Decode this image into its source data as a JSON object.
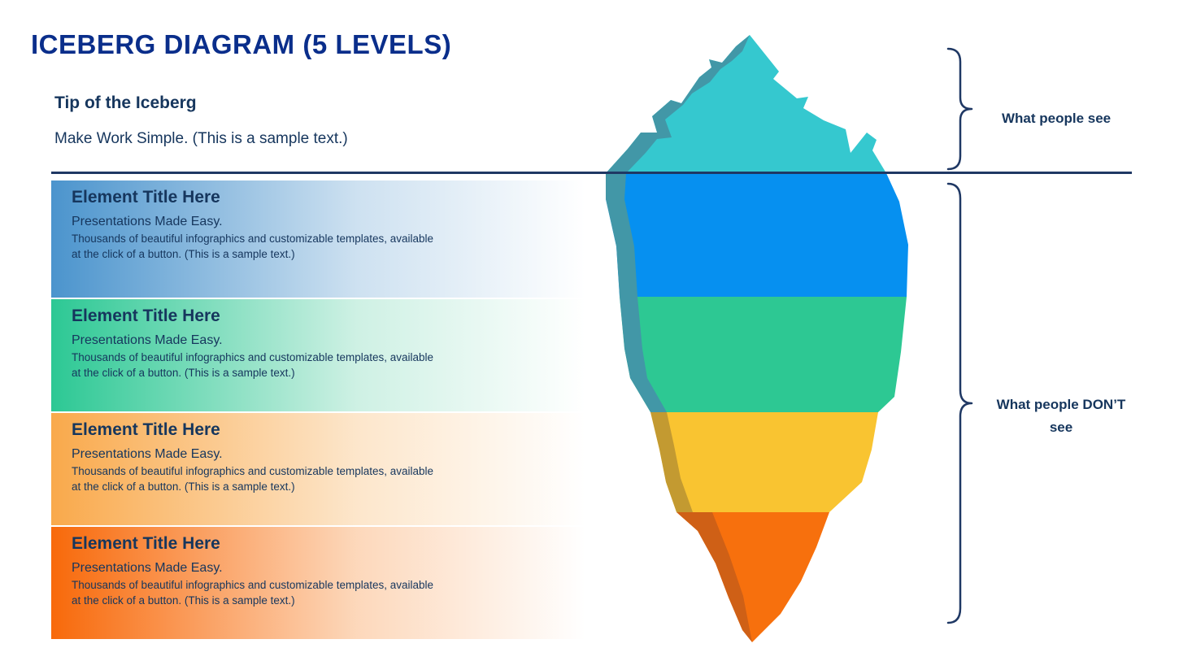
{
  "header": {
    "title": "ICEBERG DIAGRAM (5 LEVELS)"
  },
  "surface": {
    "title": "Tip of the Iceberg",
    "text": "Make Work Simple.  (This is a sample text.)"
  },
  "levels": [
    {
      "title": "Element Title Here",
      "subtitle": "Presentations Made Easy.",
      "body": "Thousands of beautiful infographics and customizable templates, available at the click of a button. (This is a sample text.)",
      "accent": "#4B94CD"
    },
    {
      "title": "Element Title Here",
      "subtitle": "Presentations Made Easy.",
      "body": "Thousands of beautiful infographics and customizable templates, available at the click of a button. (This is a sample text.)",
      "accent": "#2CC894"
    },
    {
      "title": "Element Title Here",
      "subtitle": "Presentations Made Easy.",
      "body": "Thousands of beautiful infographics and customizable templates, available at the click of a button. (This is a sample text.)",
      "accent": "#F9A94B"
    },
    {
      "title": "Element Title Here",
      "subtitle": "Presentations Made Easy.",
      "body": "Thousands of beautiful infographics and customizable templates, available at the click of a button. (This is a sample text.)",
      "accent": "#F8690A"
    }
  ],
  "annotations": {
    "above_water": "What people see",
    "below_water": "What people DON’T see"
  },
  "iceberg": {
    "tip_color": "#35C8CF",
    "section_colors": [
      "#0690F0",
      "#2DC893",
      "#F9C431",
      "#F7700D"
    ],
    "edge_colors": [
      "#4297A7",
      "#C39A31",
      "#CF6016"
    ]
  },
  "colors": {
    "title": "#0A2E8B",
    "text": "#16365D",
    "waterline": "#1F3864",
    "brace": "#1F3864"
  }
}
